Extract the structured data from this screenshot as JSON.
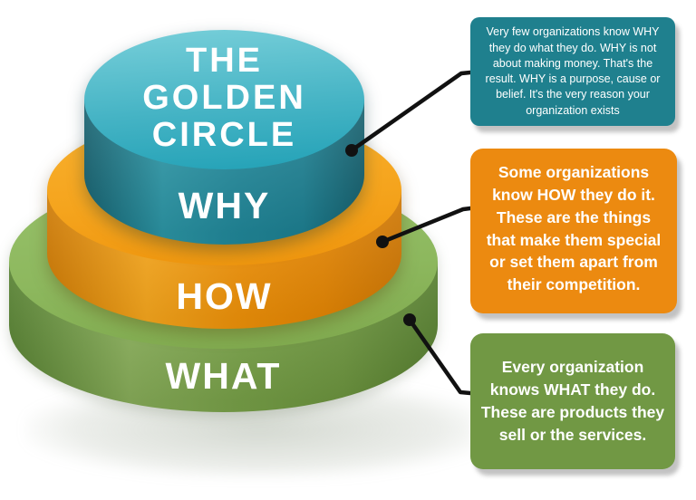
{
  "diagram": {
    "title_lines": [
      "THE",
      "GOLDEN",
      "CIRCLE"
    ],
    "tiers": [
      {
        "id": "why",
        "label": "WHY",
        "top_color": "#46b4c5",
        "side_color": "#21889a"
      },
      {
        "id": "how",
        "label": "HOW",
        "top_color": "#f5a41d",
        "side_color": "#f09209"
      },
      {
        "id": "what",
        "label": "WHAT",
        "top_color": "#8db85e",
        "side_color": "#7aa449"
      }
    ],
    "callouts": [
      {
        "id": "why-callout",
        "color": "#1f808e",
        "text": "Very few organizations know WHY they do what they do. WHY is not about making money. That's the result. WHY is a purpose, cause or belief. It's the very reason your organization exists"
      },
      {
        "id": "how-callout",
        "color": "#ec8a10",
        "text": "Some organizations know HOW they do it. These are the things that make them special or set them apart from their competition."
      },
      {
        "id": "what-callout",
        "color": "#719844",
        "text": "Every organization knows WHAT they do. These are products they sell or the services."
      }
    ],
    "connector_color": "#111111"
  }
}
